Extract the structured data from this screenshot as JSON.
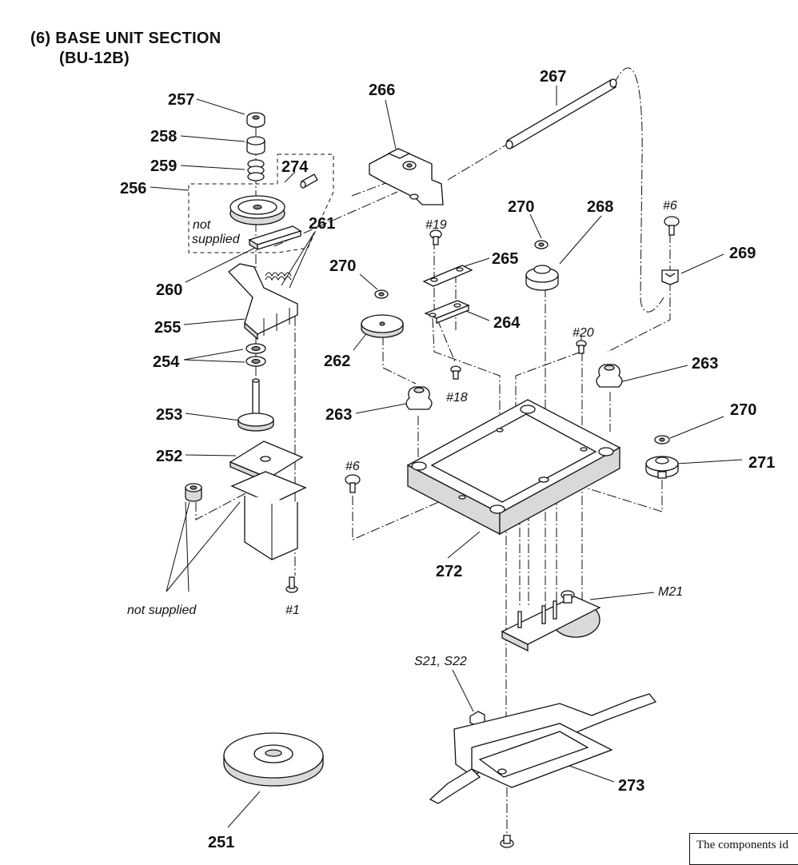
{
  "section": {
    "title_line1": "(6)  BASE  UNIT  SECTION",
    "title_line2": "(BU-12B)"
  },
  "labels": {
    "p257": "257",
    "p258": "258",
    "p259": "259",
    "p256": "256",
    "p274": "274",
    "p266": "266",
    "p267": "267",
    "p261": "261",
    "p260": "260",
    "p255": "255",
    "p254": "254",
    "p253": "253",
    "p252": "252",
    "p270a": "270",
    "p268": "268",
    "p269": "269",
    "p265": "265",
    "p270b": "270",
    "p262": "262",
    "p264": "264",
    "p263a": "263",
    "p263b": "263",
    "p270c": "270",
    "p271": "271",
    "p272": "272",
    "p273": "273",
    "p251": "251",
    "m21": "M21",
    "s21s22": "S21, S22",
    "s6a": "#6",
    "s19": "#19",
    "s20": "#20",
    "s18": "#18",
    "s6b": "#6",
    "s1": "#1"
  },
  "notes": {
    "not_supplied_a_line1": "not",
    "not_supplied_a_line2": "supplied",
    "not_supplied_b": "not supplied"
  },
  "footnote": {
    "text": "The components id"
  }
}
